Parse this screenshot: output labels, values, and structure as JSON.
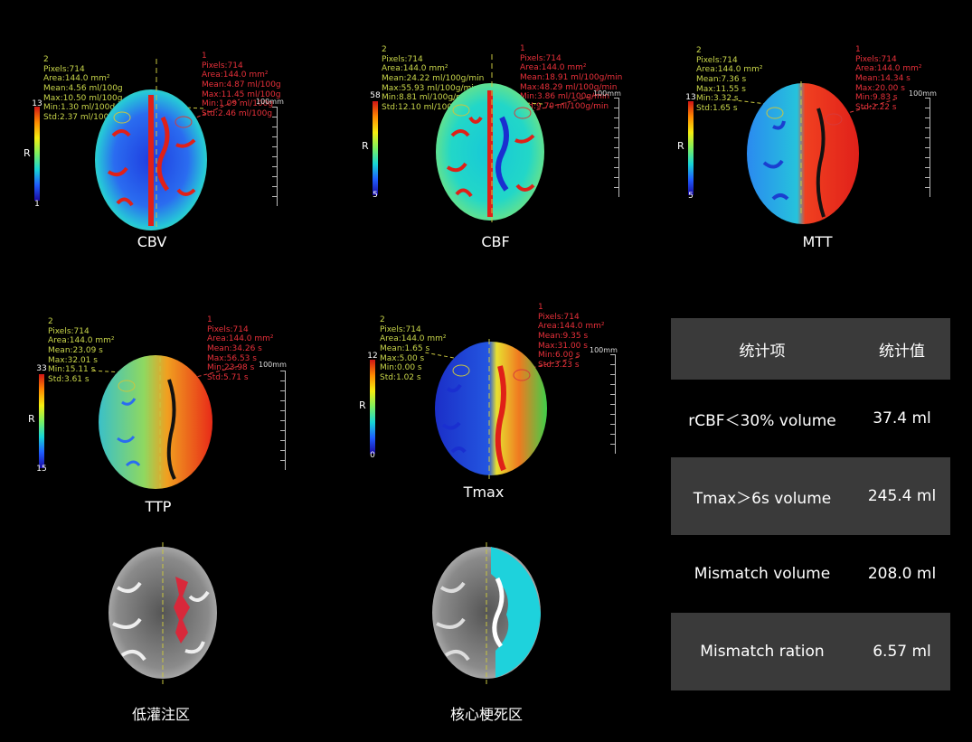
{
  "unit_label": "100mm",
  "cbar_letter": "R",
  "maps": [
    {
      "id": "cbv",
      "label": "CBV",
      "cmax": "13",
      "cmin": "1",
      "left": [
        "2",
        "Pixels:714",
        "Area:144.0 mm²",
        "Mean:4.56 ml/100g",
        "Max:10.50 ml/100g",
        "Min:1.30 ml/100g",
        "Std:2.37 ml/100g"
      ],
      "right": [
        "1",
        "Pixels:714",
        "Area:144.0 mm²",
        "Mean:4.87 ml/100g",
        "Max:11.45 ml/100g",
        "Min:1.09 ml/100g",
        "Std:2.46 ml/100g"
      ]
    },
    {
      "id": "cbf",
      "label": "CBF",
      "cmax": "58",
      "cmin": "5",
      "left": [
        "2",
        "Pixels:714",
        "Area:144.0 mm²",
        "Mean:24.22 ml/100g/min",
        "Max:55.93 ml/100g/min",
        "Min:8.81 ml/100g/min",
        "Std:12.10 ml/100g/min"
      ],
      "right": [
        "1",
        "Pixels:714",
        "Area:144.0 mm²",
        "Mean:18.91 ml/100g/min",
        "Max:48.29 ml/100g/min",
        "Min:3.86 ml/100g/min",
        "Std:9.70 ml/100g/min"
      ]
    },
    {
      "id": "mtt",
      "label": "MTT",
      "cmax": "13",
      "cmin": "5",
      "left": [
        "2",
        "Pixels:714",
        "Area:144.0 mm²",
        "Mean:7.36 s",
        "Max:11.55 s",
        "Min:3.32 s",
        "Std:1.65 s"
      ],
      "right": [
        "1",
        "Pixels:714",
        "Area:144.0 mm²",
        "Mean:14.34 s",
        "Max:20.00 s",
        "Min:9.83 s",
        "Std:2.22 s"
      ]
    },
    {
      "id": "ttp",
      "label": "TTP",
      "cmax": "33",
      "cmin": "15",
      "left": [
        "2",
        "Pixels:714",
        "Area:144.0 mm²",
        "Mean:23.09 s",
        "Max:32.01 s",
        "Min:15.11 s",
        "Std:3.61 s"
      ],
      "right": [
        "1",
        "Pixels:714",
        "Area:144.0 mm²",
        "Mean:34.26 s",
        "Max:56.53 s",
        "Min:23.98 s",
        "Std:5.71 s"
      ]
    },
    {
      "id": "tmax",
      "label": "Tmax",
      "cmax": "12",
      "cmin": "0",
      "left": [
        "2",
        "Pixels:714",
        "Area:144.0 mm²",
        "Mean:1.65 s",
        "Max:5.00 s",
        "Min:0.00 s",
        "Std:1.02 s"
      ],
      "right": [
        "1",
        "Pixels:714",
        "Area:144.0 mm²",
        "Mean:9.35 s",
        "Max:31.00 s",
        "Min:6.00 s",
        "Std:3.23 s"
      ]
    }
  ],
  "overlays": {
    "low_perfusion": "低灌注区",
    "core_infarct": "核心梗死区"
  },
  "table": {
    "header": {
      "item": "统计项",
      "value": "统计值"
    },
    "rows": [
      {
        "item": "rCBF＜30% volume",
        "value": "37.4 ml"
      },
      {
        "item": "Tmax＞6s volume",
        "value": "245.4 ml"
      },
      {
        "item": "Mismatch volume",
        "value": "208.0 ml"
      },
      {
        "item": "Mismatch ration",
        "value": "6.57 ml"
      }
    ]
  }
}
